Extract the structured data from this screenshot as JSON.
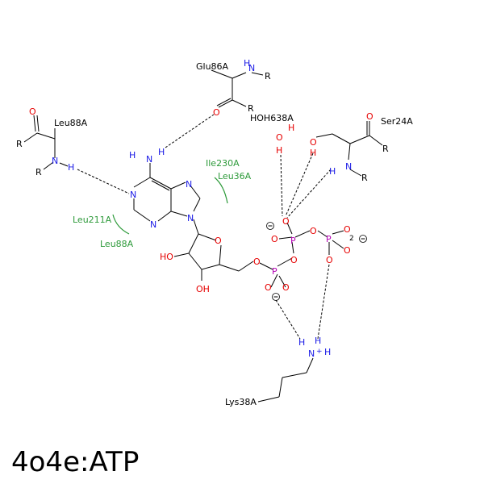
{
  "title": "4o4e:ATP",
  "colors": {
    "carbon": "#000000",
    "nitrogen": "#1a1ae6",
    "oxygen": "#e60000",
    "phosphorus": "#b300b3",
    "hydrophobic": "#2d9a3a"
  },
  "residues": {
    "glu86": "Glu86A",
    "leu88_top": "Leu88A",
    "hoh638": "HOH638A",
    "ser24": "Ser24A",
    "ile230": "Ile230A",
    "leu36": "Leu36A",
    "leu211": "Leu211A",
    "leu88_bottom": "Leu88A",
    "lys38": "Lys38A"
  },
  "atoms": {
    "R": "R",
    "N": "N",
    "H": "H",
    "O": "O",
    "P": "P",
    "HO": "HO",
    "OH": "OH",
    "plus": "+",
    "charge2": "2"
  }
}
